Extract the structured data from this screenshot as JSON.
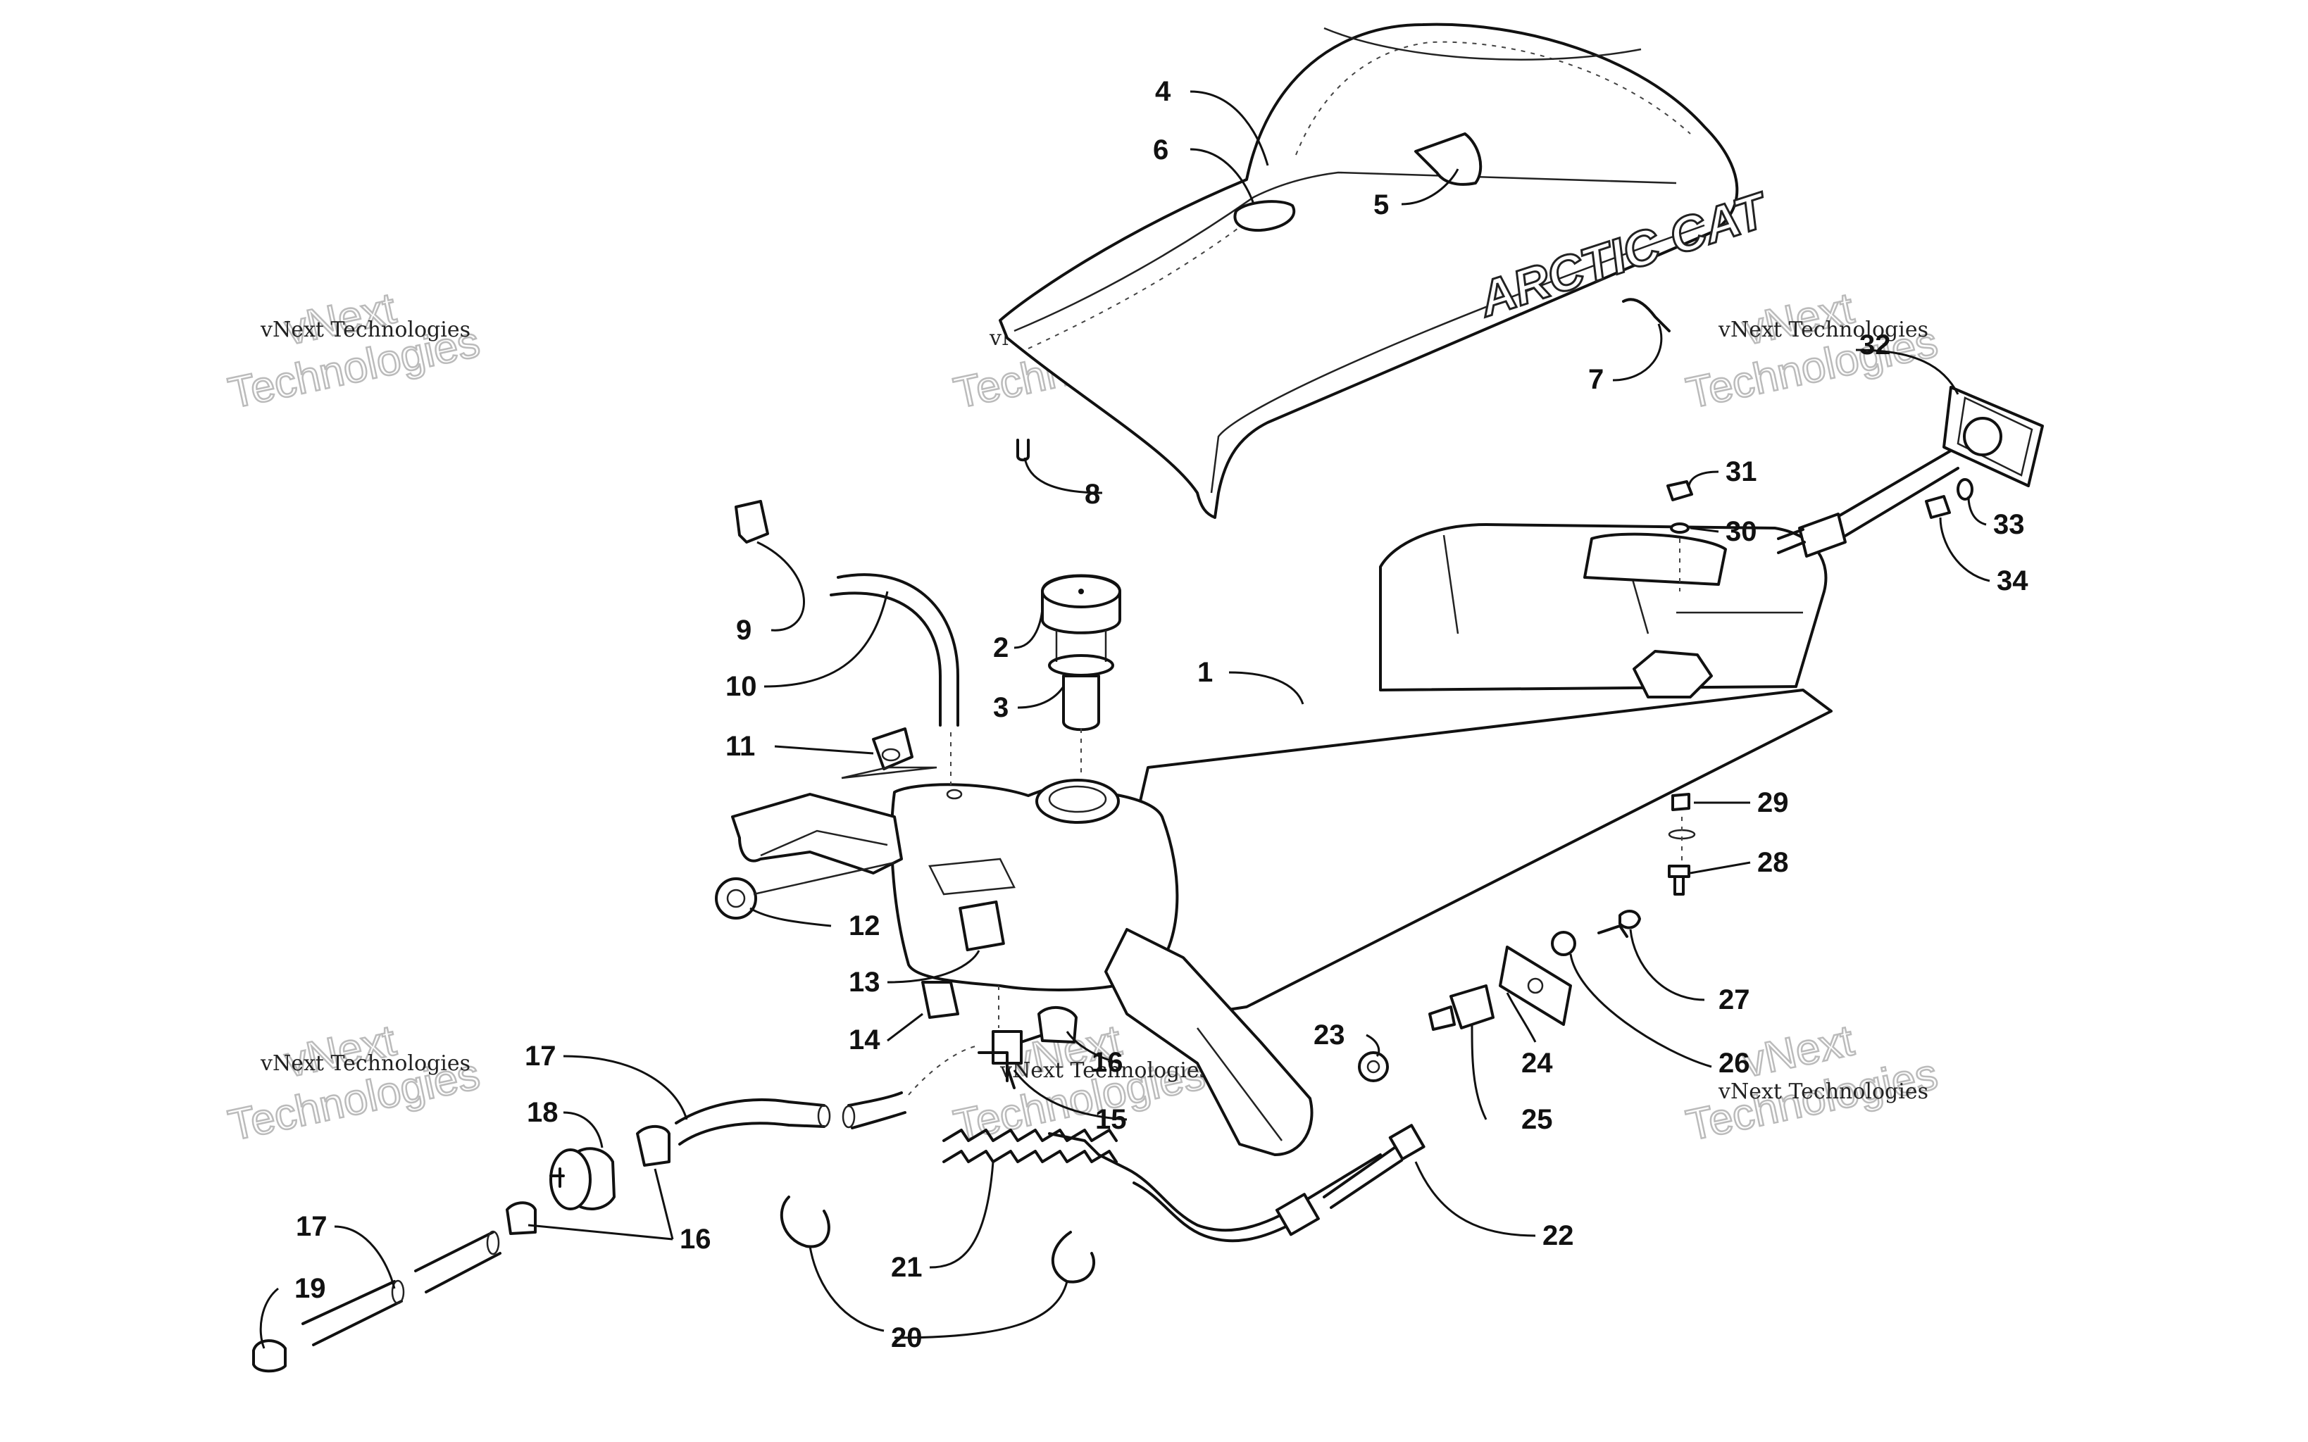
{
  "brand": {
    "seat_logo": "ARCTIC CAT"
  },
  "watermark": {
    "line1": "vNext Technologies",
    "line2": "vNext",
    "line3": "Technologies"
  },
  "callouts": {
    "n1": "1",
    "n2": "2",
    "n3": "3",
    "n4": "4",
    "n5": "5",
    "n6": "6",
    "n7": "7",
    "n8": "8",
    "n9": "9",
    "n10": "10",
    "n11": "11",
    "n12": "12",
    "n13": "13",
    "n14": "14",
    "n15": "15",
    "n16a": "16",
    "n16b": "16",
    "n17a": "17",
    "n17b": "17",
    "n18": "18",
    "n19": "19",
    "n20": "20",
    "n21": "21",
    "n22": "22",
    "n23": "23",
    "n24": "24",
    "n25": "25",
    "n26": "26",
    "n27": "27",
    "n28": "28",
    "n29": "29",
    "n30": "30",
    "n31": "31",
    "n32": "32",
    "n33": "33",
    "n34": "34"
  }
}
